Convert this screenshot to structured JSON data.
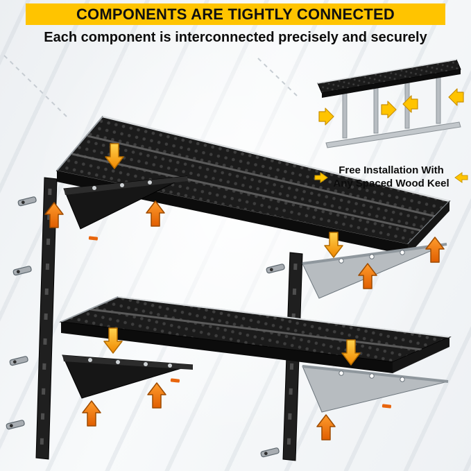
{
  "header": {
    "title": "COMPONENTS ARE TIGHTLY CONNECTED",
    "subtitle": "Each component is interconnected precisely and securely"
  },
  "inset": {
    "caption_line1": "Free Installation With",
    "caption_line2": "Any Spaced Wood Keel"
  },
  "icons": {
    "caption_arrow_left": "right-pointing yellow arrow",
    "caption_arrow_right": "left-pointing yellow arrow",
    "assembly_arrow_up": "orange up arrow",
    "assembly_arrow_down": "yellow-orange down arrow"
  },
  "colors": {
    "banner_yellow": "#FFC400",
    "arrow_orange": "#E8650D",
    "arrow_yellow": "#FFB800",
    "shelf_black": "#1B1B1B",
    "bracket_gray": "#B7BCC0",
    "background_gray": "#EFF2F4"
  }
}
